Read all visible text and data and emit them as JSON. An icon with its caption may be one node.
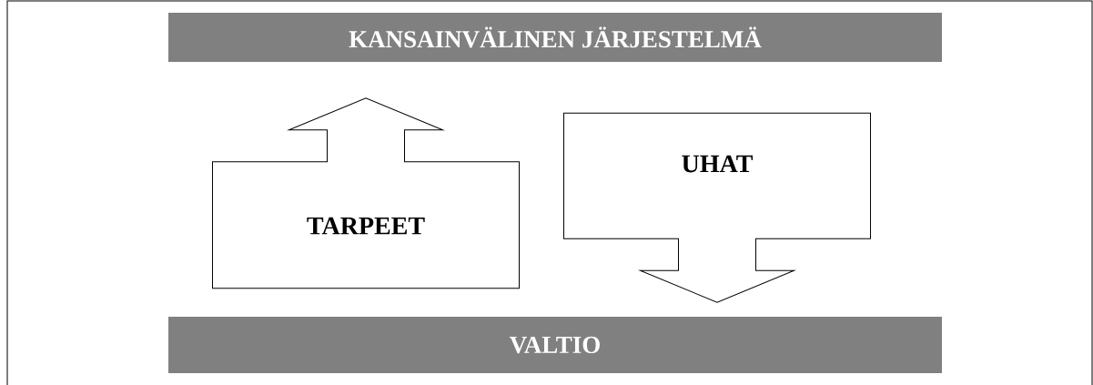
{
  "diagram": {
    "nodes": [
      {
        "text": [
          "KANSAINVÄLINEN JÄRJESTELMÄ"
        ]
      },
      {
        "text": [
          "VALTIO"
        ]
      }
    ],
    "edges": [
      {
        "from": 1,
        "to": 0,
        "arrow": "to",
        "label": "TARPEET"
      },
      {
        "from": 0,
        "to": 1,
        "arrow": "to",
        "label": "UHAT"
      }
    ]
  }
}
